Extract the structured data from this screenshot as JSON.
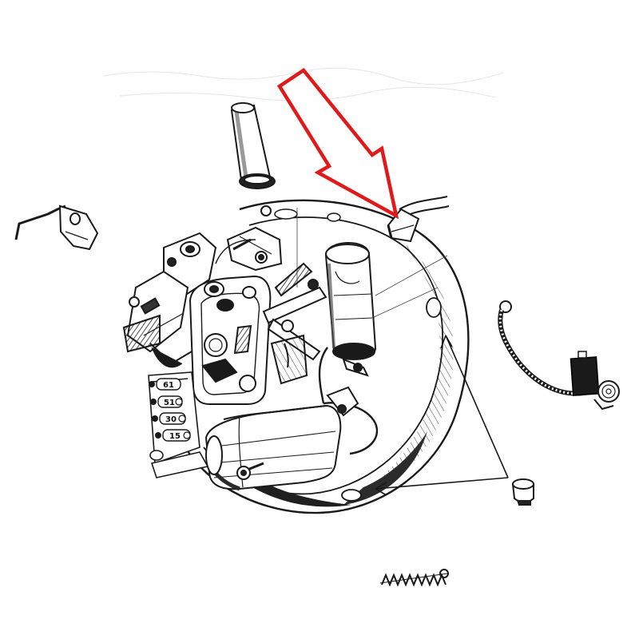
{
  "diagram": {
    "terminals": [
      {
        "label": "61"
      },
      {
        "label": "51"
      },
      {
        "label": "30"
      },
      {
        "label": "15"
      }
    ]
  },
  "colors": {
    "ink": "#1a1a1a",
    "arrow_outline": "#e01a1a",
    "background": "#fefefe",
    "shade": "#3a3a3a"
  },
  "icons": {
    "highlight": "red-outline-arrow-icon",
    "callout": "callout-arrow-icon"
  }
}
